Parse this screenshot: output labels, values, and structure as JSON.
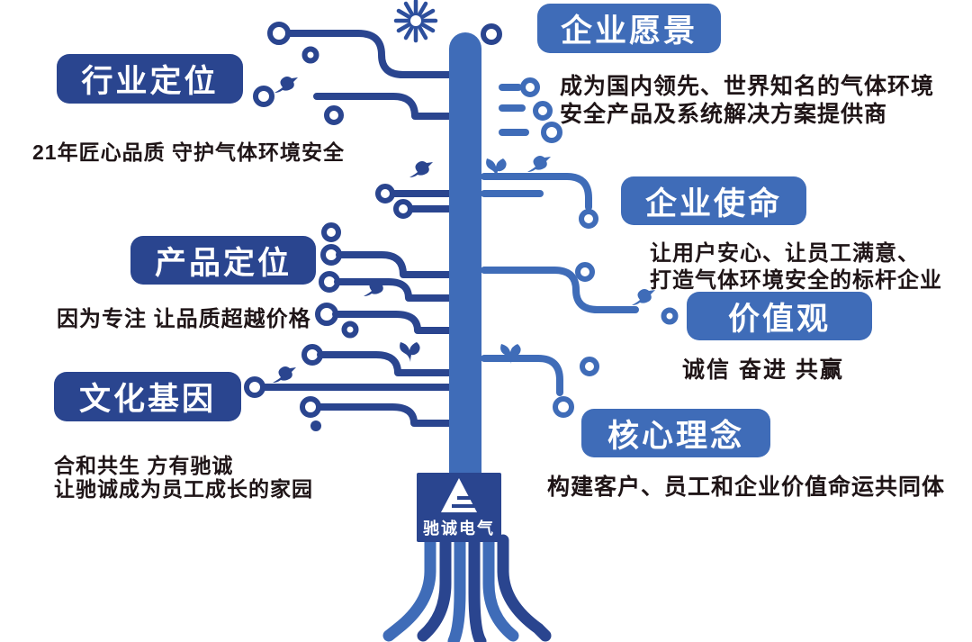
{
  "brand_colors": {
    "navy": "#2a458f",
    "blue": "#3f6cb8",
    "ink": "#1f1517",
    "white": "#ffffff"
  },
  "logo": {
    "name": "驰诚电气"
  },
  "sections": {
    "industry": {
      "label": "行业定位",
      "desc": "21年匠心品质 守护气体环境安全"
    },
    "vision": {
      "label": "企业愿景",
      "desc_line1": "成为国内领先、世界知名的气体环境",
      "desc_line2": "安全产品及系统解决方案提供商"
    },
    "product": {
      "label": "产品定位",
      "desc": "因为专注 让品质超越价格"
    },
    "mission": {
      "label": "企业使命",
      "desc_line1": "让用户安心、让员工满意、",
      "desc_line2": "打造气体环境安全的标杆企业"
    },
    "values": {
      "label": "价值观",
      "desc": "诚信 奋进 共赢"
    },
    "culture": {
      "label": "文化基因",
      "desc_line1": "合和共生 方有驰诚",
      "desc_line2": "让驰诚成为员工成长的家园"
    },
    "core": {
      "label": "核心理念",
      "desc": "构建客户、员工和企业价值命运共同体"
    }
  }
}
